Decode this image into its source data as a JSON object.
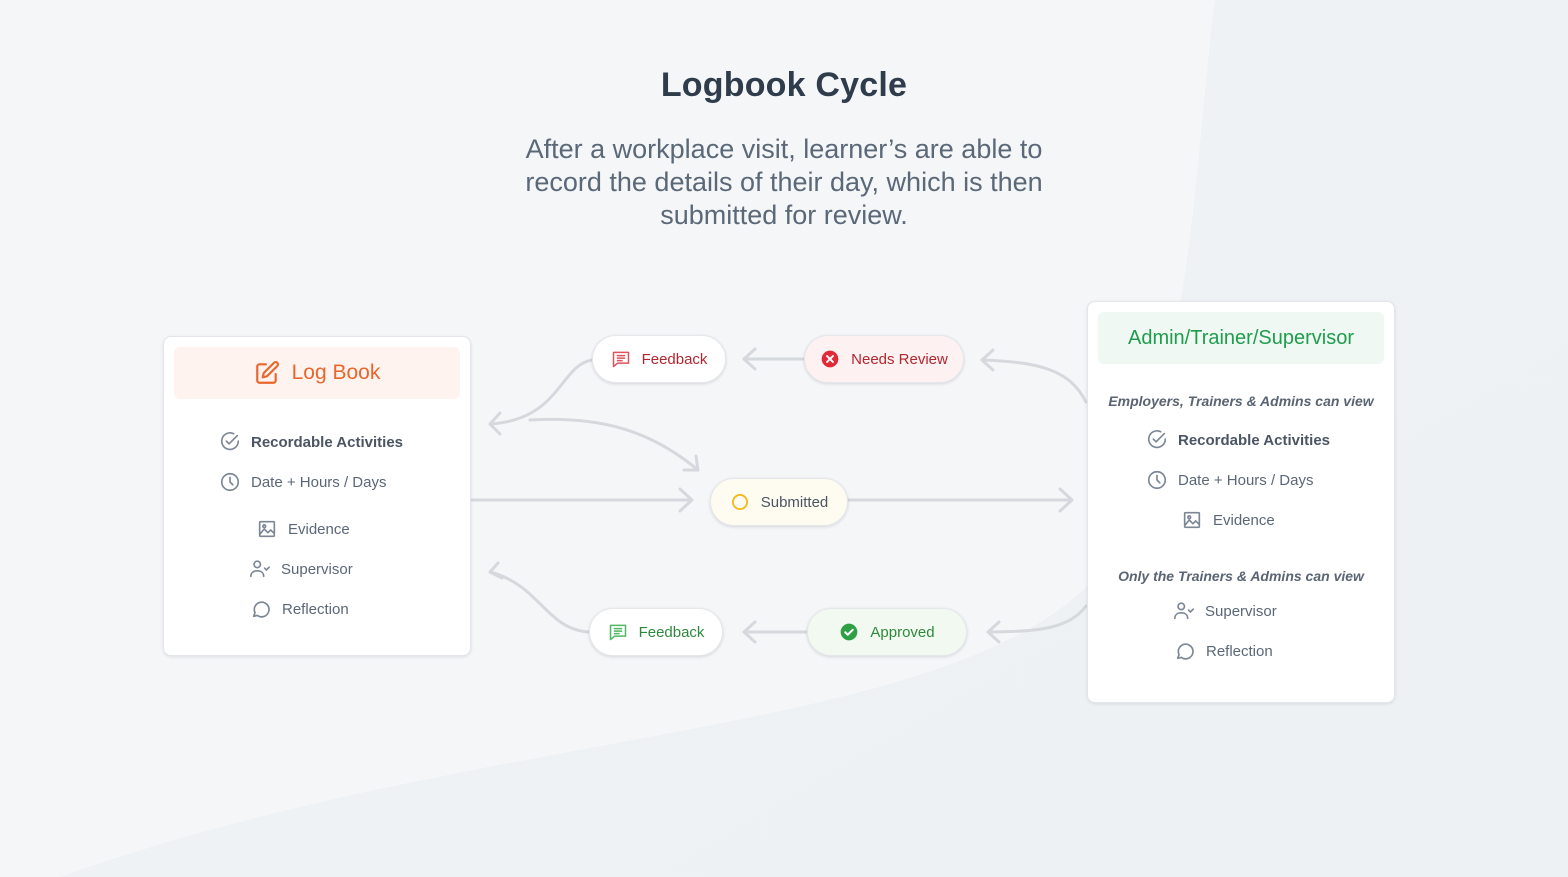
{
  "header": {
    "title": "Logbook Cycle",
    "subtitle": "After a workplace visit, learner’s are able to record the details of their day, which is then submitted for review."
  },
  "logbook_card": {
    "title": "Log Book",
    "icon": "edit-icon",
    "items": [
      {
        "label": "Recordable Activities",
        "icon": "check-circle-icon"
      },
      {
        "label": "Date + Hours / Days",
        "icon": "clock-icon"
      },
      {
        "label": "Evidence",
        "icon": "image-icon"
      },
      {
        "label": "Supervisor",
        "icon": "user-check-icon"
      },
      {
        "label": "Reflection",
        "icon": "chat-bubble-icon"
      }
    ]
  },
  "admin_card": {
    "title": "Admin/Trainer/Supervisor",
    "section_1_note": "Employers, Trainers & Admins can view",
    "section_1_items": [
      {
        "label": "Recordable Activities",
        "icon": "check-circle-icon"
      },
      {
        "label": "Date + Hours / Days",
        "icon": "clock-icon"
      },
      {
        "label": "Evidence",
        "icon": "image-icon"
      }
    ],
    "section_2_note": "Only the Trainers & Admins can view",
    "section_2_items": [
      {
        "label": "Supervisor",
        "icon": "user-check-icon"
      },
      {
        "label": "Reflection",
        "icon": "chat-bubble-icon"
      }
    ]
  },
  "statuses": {
    "feedback_red": {
      "label": "Feedback",
      "icon": "message-icon",
      "color": "#e0535b"
    },
    "needs_review": {
      "label": "Needs Review",
      "icon": "x-circle-icon",
      "color": "#e02a37"
    },
    "submitted": {
      "label": "Submitted",
      "icon": "circle-icon",
      "color": "#f4b81c"
    },
    "feedback_green": {
      "label": "Feedback",
      "icon": "message-icon",
      "color": "#4fb860"
    },
    "approved": {
      "label": "Approved",
      "icon": "check-circle-filled-icon",
      "color": "#2ea043"
    }
  },
  "colors": {
    "logbook_accent": "#e8672d",
    "admin_accent": "#1f9d4d",
    "connector": "#d5d9de",
    "background": "#f5f6f8"
  }
}
